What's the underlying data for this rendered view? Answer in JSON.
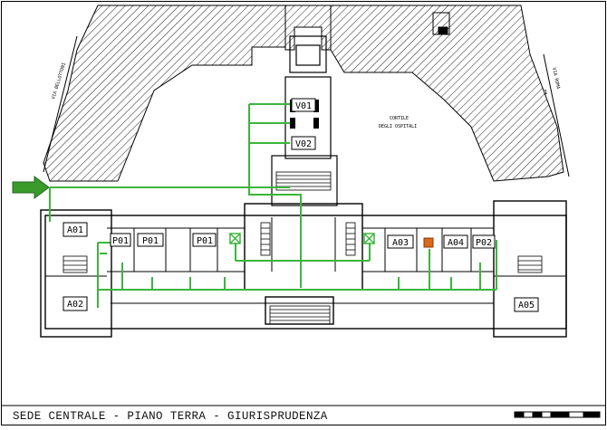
{
  "caption": "SEDE CENTRALE - PIANO TERRA - GIURISPRUDENZA",
  "colors": {
    "wall": "#000000",
    "route": "#3cb53c",
    "arrow": "#3a9a2a",
    "exit_marker": "#3cb53c",
    "alarm_marker": "#d86a1a",
    "hatch": "#222222"
  },
  "rooms": {
    "a01": "A01",
    "a02": "A02",
    "a03": "A03",
    "a04": "A04",
    "a05": "A05",
    "p01_a": "P01",
    "p01_b": "P01",
    "p01_c": "P01",
    "p02": "P02",
    "v01": "V01",
    "v02": "V02"
  },
  "streets": {
    "left": "VIA BELLOTTONI",
    "right_1": "VIA ROMA",
    "right_2": "1",
    "courtyard_1": "CORTILE",
    "courtyard_2": "DEGLI OSPITALI"
  },
  "icons": {
    "entrance": "entrance-arrow-icon",
    "exit": "emergency-exit-icon",
    "alarm": "alarm-point-icon",
    "scale": "scale-bar-icon"
  }
}
